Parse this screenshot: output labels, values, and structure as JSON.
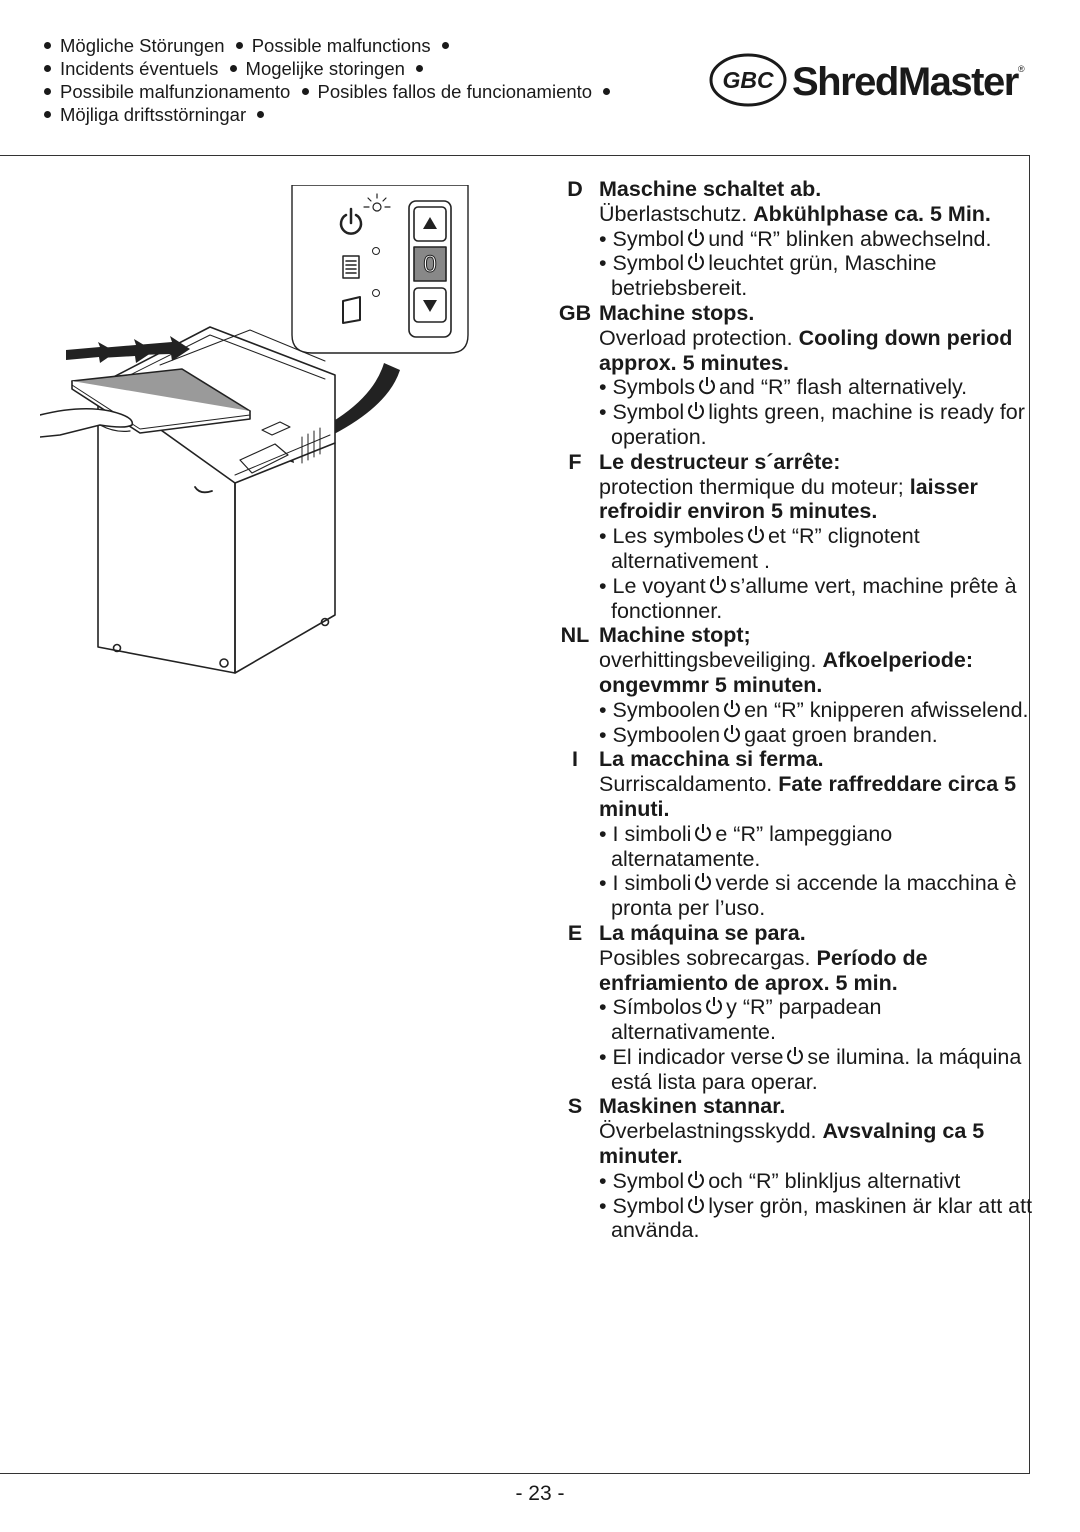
{
  "header": {
    "rows": [
      [
        "Mögliche Störungen",
        "Possible malfunctions"
      ],
      [
        "Incidents éventuels",
        "Mogelijke storingen"
      ],
      [
        "Possibile malfunzionamento",
        "Posibles fallos de funcionamiento"
      ],
      [
        "Möjliga driftsstörningar"
      ]
    ]
  },
  "logo": {
    "gbc": "GBC",
    "brand": "ShredMaster",
    "reg": "®"
  },
  "panel": {
    "counter": "0"
  },
  "sections": [
    {
      "code": "D",
      "title": "Maschine schaltet ab.",
      "pre": "Überlastschutz.",
      "bold": "Abkühlphase ca. 5 Min.",
      "b1a": "Symbol",
      "b1b": "und “R” blinken abwechselnd.",
      "b2a": "Symbol",
      "b2b": "leuchtet grün, Maschine betriebsbereit."
    },
    {
      "code": "GB",
      "title": "Machine stops.",
      "pre": "Overload protection.",
      "bold": "Cooling down period approx. 5 minutes.",
      "b1a": "Symbols",
      "b1b": "and “R” flash alternatively.",
      "b2a": "Symbol",
      "b2b": "lights green, machine is ready for operation."
    },
    {
      "code": "F",
      "title": "Le destructeur s´arrête:",
      "pre": "protection thermique du moteur;",
      "bold": "laisser refroidir environ 5 minutes.",
      "b1a": "Les symboles",
      "b1b": "et “R” clignotent alternativement        .",
      "b2a": "Le voyant",
      "b2b": "s’allume vert, machine prête à fonctionner."
    },
    {
      "code": "NL",
      "title": "Machine stopt;",
      "pre": "overhittingsbeveiliging.",
      "bold": "Afkoelperiode: ongevmmr 5 minuten.",
      "b1a": "Symboolen",
      "b1b": "en “R” knipperen afwisselend.",
      "b2a": "Symboolen",
      "b2b": "gaat groen branden."
    },
    {
      "code": "I",
      "title": "La macchina si ferma.",
      "pre": "Surriscaldamento.",
      "bold": "Fate raffreddare circa 5 minuti.",
      "b1a": "I simboli",
      "b1b": "e “R” lampeggiano alternatamente.",
      "b2a": "I simboli",
      "b2b": "verde si accende la macchina è pronta per l’uso."
    },
    {
      "code": "E",
      "title": "La máquina se para.",
      "pre": "Posibles sobrecargas.",
      "bold": "Período de enfriamiento de aprox. 5 min.",
      "b1a": "Símbolos",
      "b1b": "y “R” parpadean alternativamente.",
      "b2a": "El indicador verse",
      "b2b": "se ilumina. la máquina está lista para operar."
    },
    {
      "code": "S",
      "title": "Maskinen stannar.",
      "pre": "Överbelastningsskydd.",
      "bold": "Avsvalning ca 5 minuter.",
      "b1a": "Symbol",
      "b1b": "och “R” blinkljus alternativt",
      "b2a": "Symbol",
      "b2b": "lyser grön, maskinen är klar att att använda."
    }
  ],
  "page_number": "- 23 -"
}
